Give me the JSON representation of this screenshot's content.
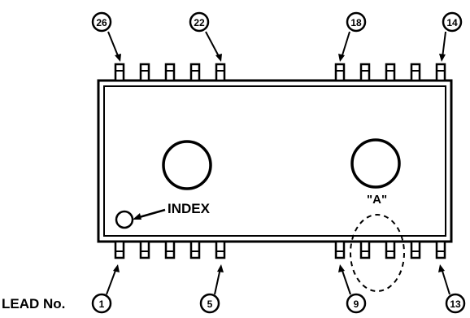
{
  "diagram": {
    "index_label": "INDEX",
    "view_label": "\"A\"",
    "lead_prefix": "LEAD No.",
    "pin_labels": {
      "p26": "26",
      "p22": "22",
      "p18": "18",
      "p14": "14",
      "p1": "1",
      "p5": "5",
      "p9": "9",
      "p13": "13"
    },
    "top_leads_left_group": 5,
    "top_leads_right_group": 5,
    "bottom_leads_left_group": 5,
    "bottom_leads_right_group": 5
  }
}
